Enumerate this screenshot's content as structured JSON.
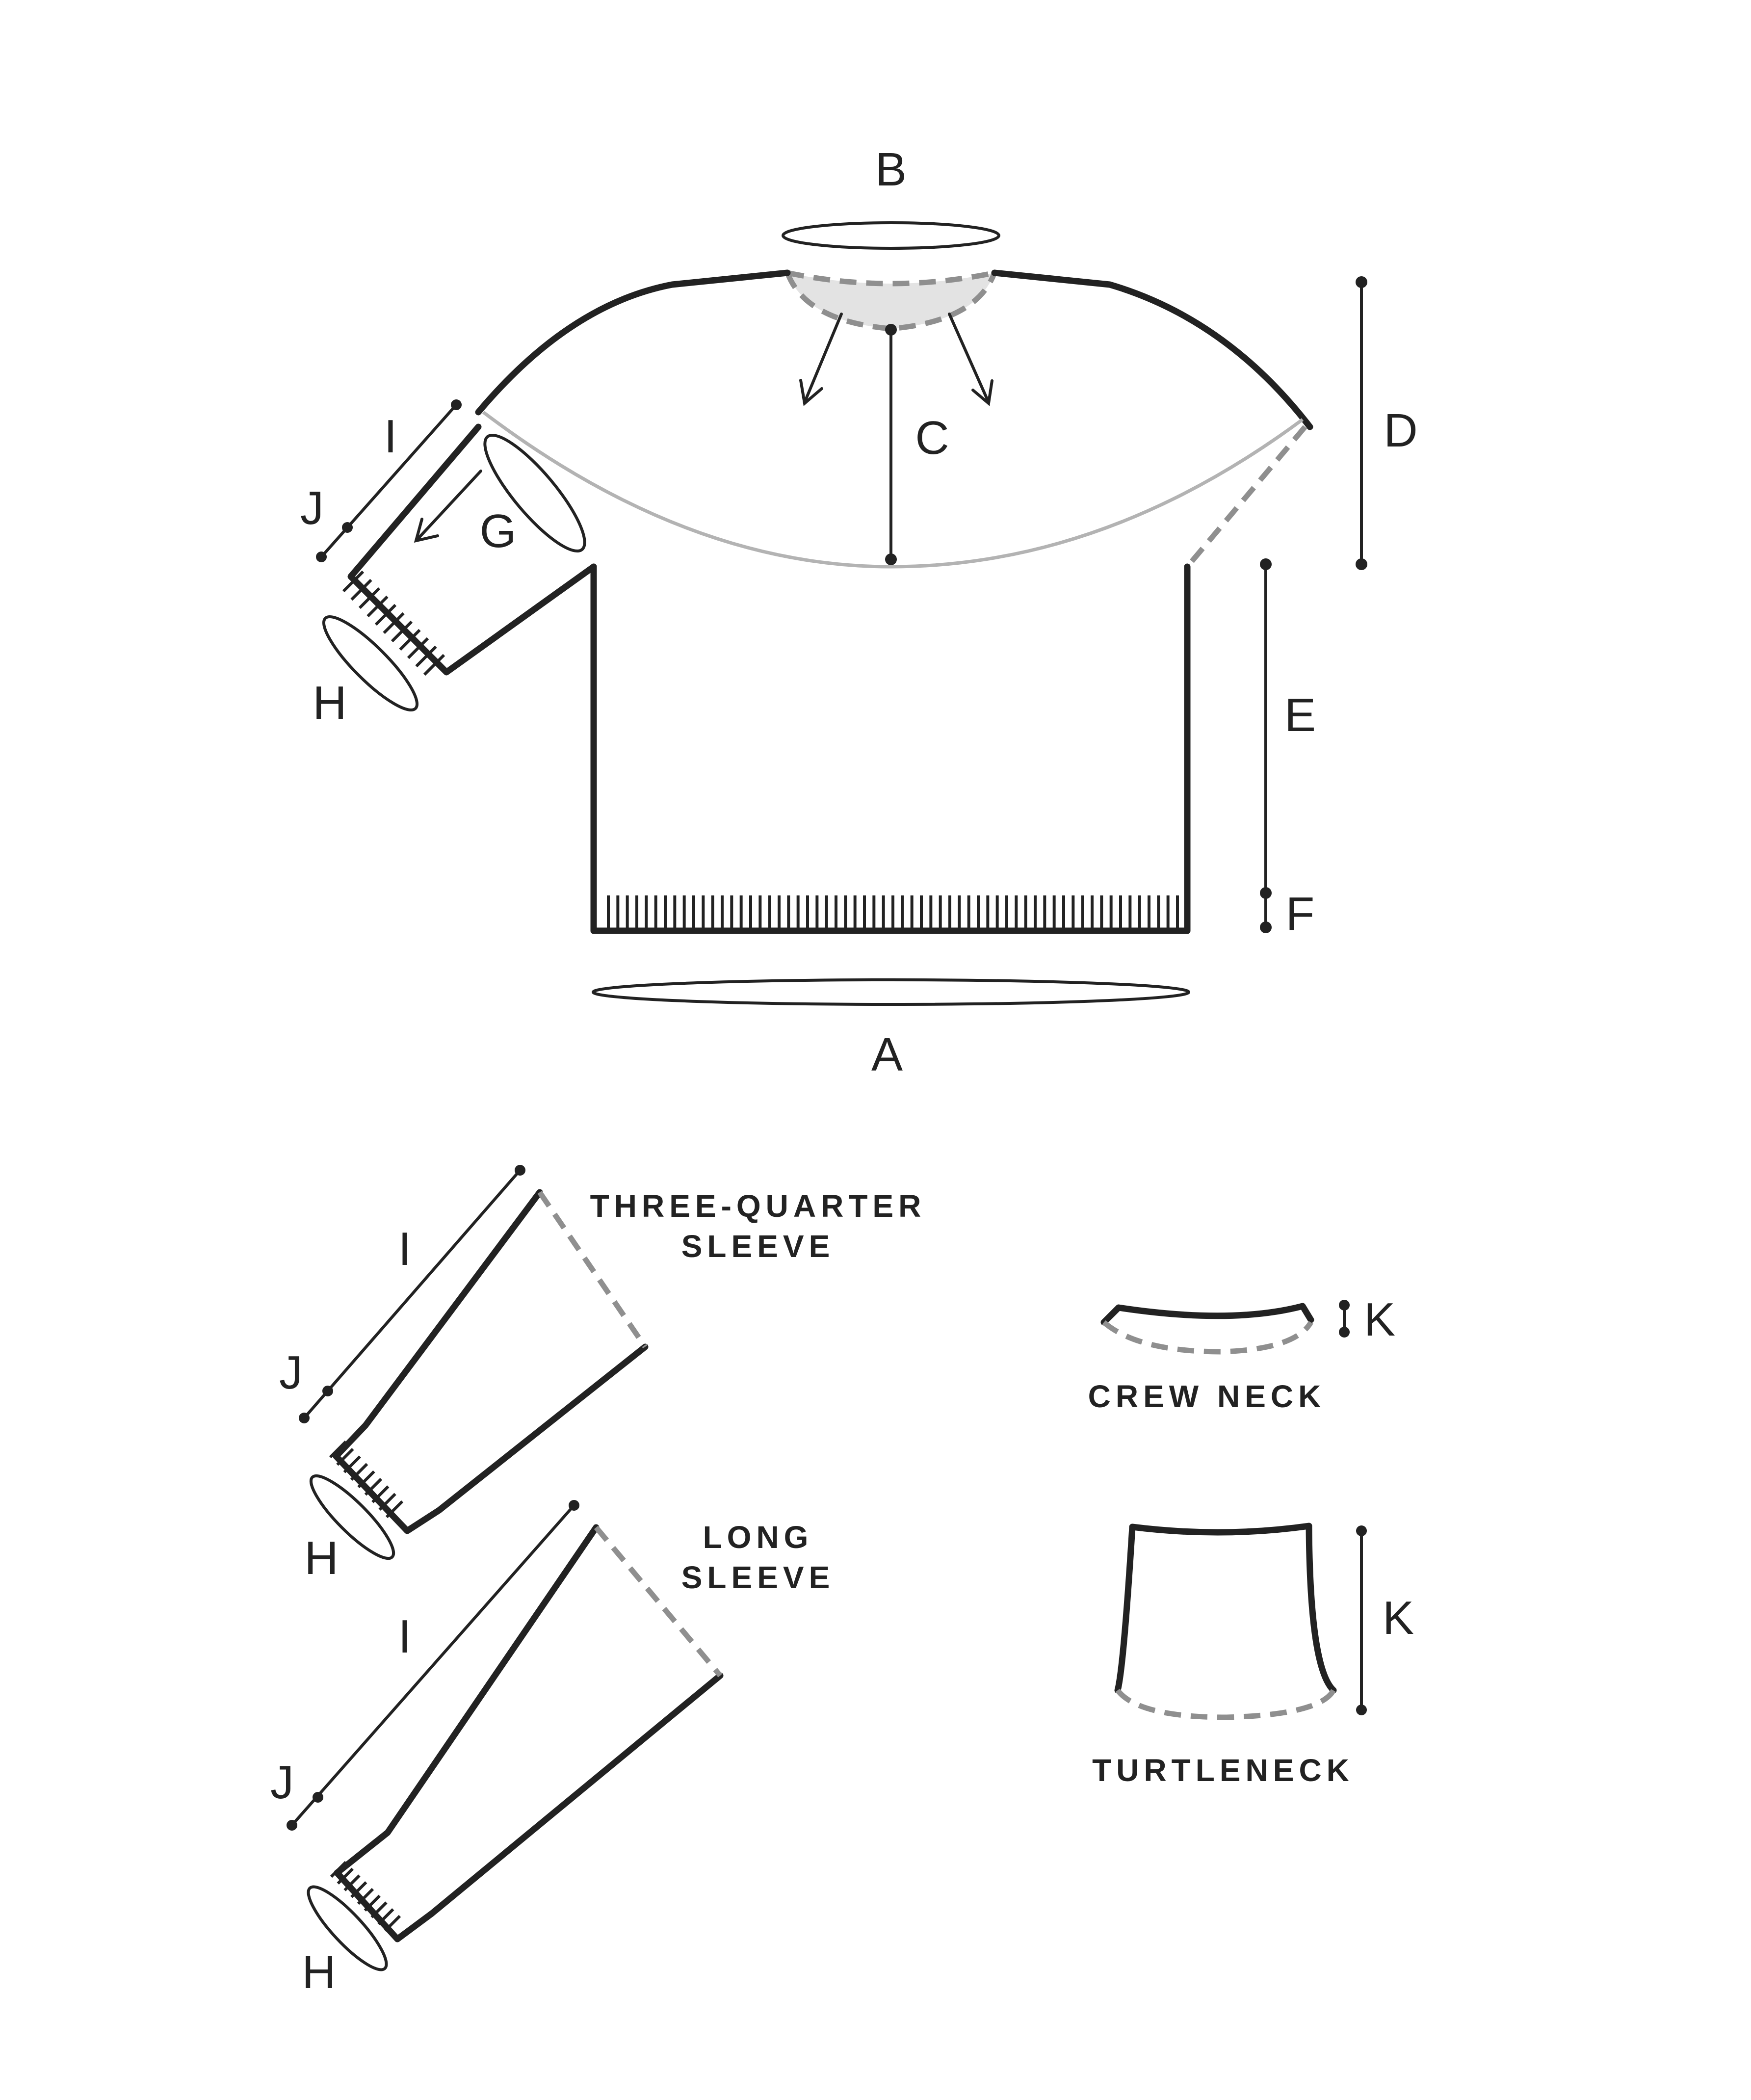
{
  "labels": {
    "a": "A",
    "b": "B",
    "c": "C",
    "d": "D",
    "e": "E",
    "f": "F",
    "g": "G",
    "h": "H",
    "i": "I",
    "j": "J",
    "k": "K"
  },
  "captions": {
    "three_quarter_line1": "THREE-QUARTER",
    "three_quarter_line2": "SLEEVE",
    "long_line1": "LONG",
    "long_line2": "SLEEVE",
    "crew_neck": "CREW NECK",
    "turtleneck": "TURTLENECK"
  }
}
